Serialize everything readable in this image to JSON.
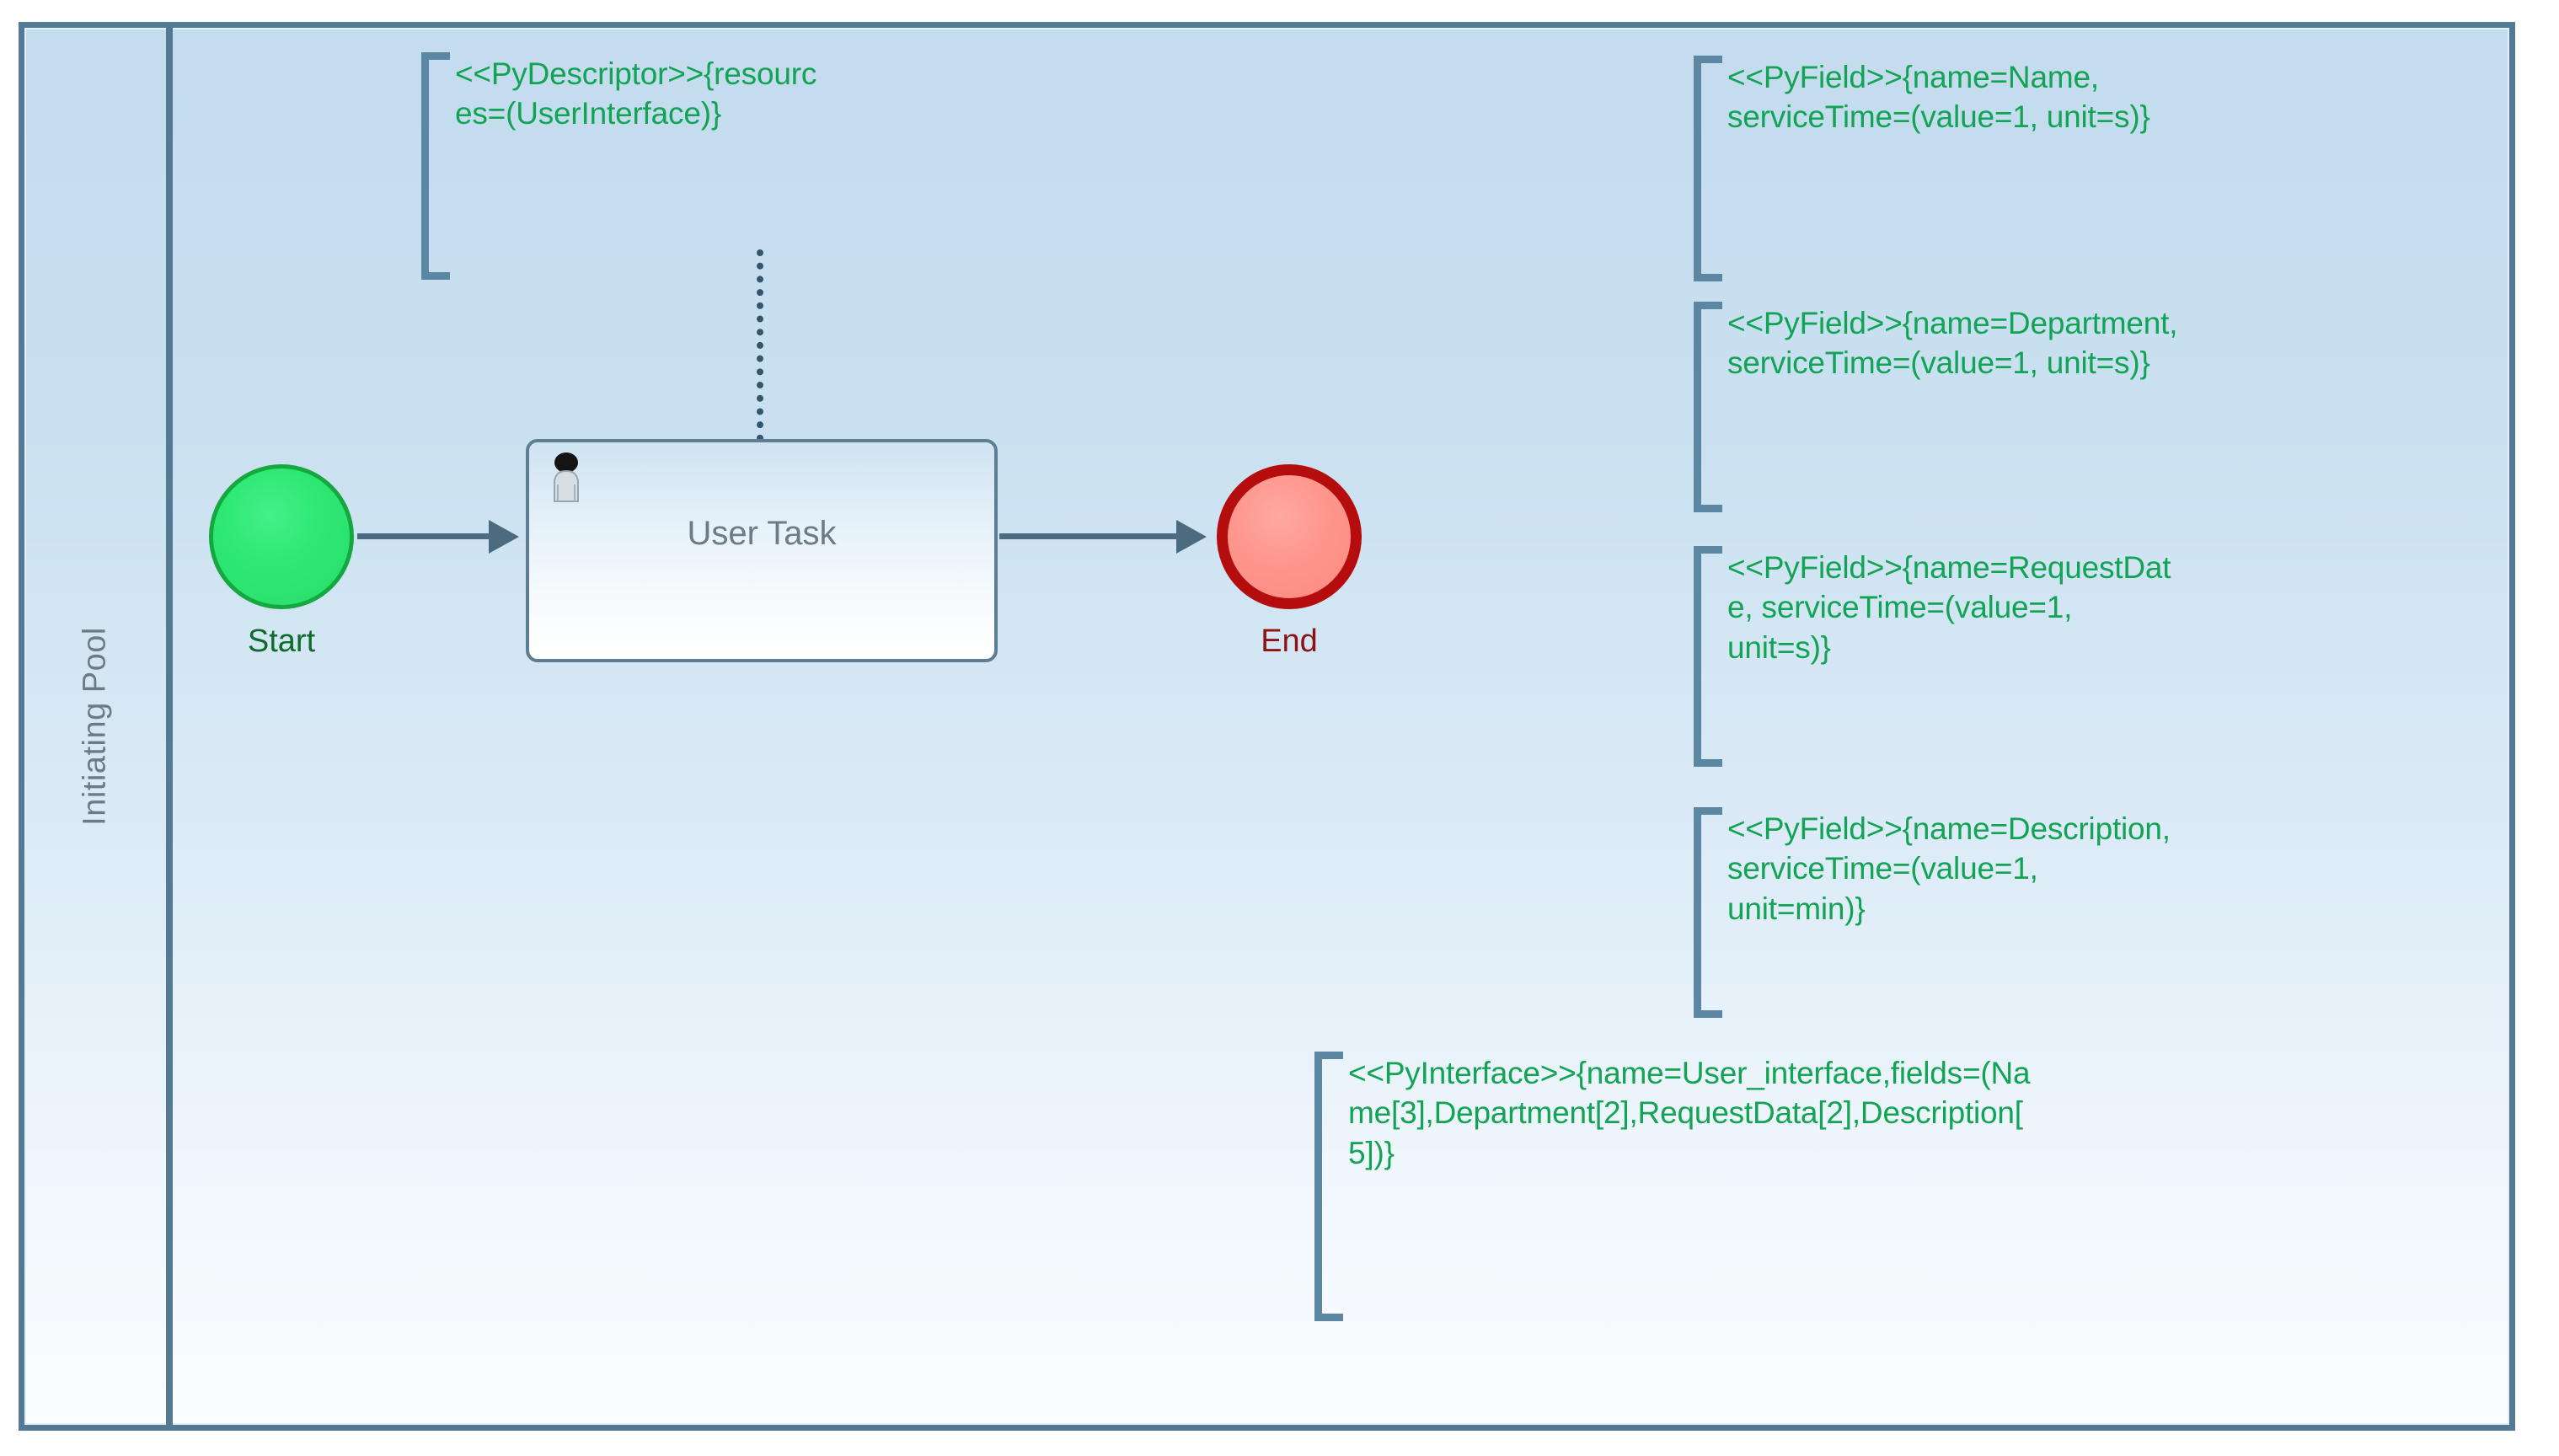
{
  "diagram": {
    "type": "bpmn-process",
    "pool": {
      "label": "Initiating Pool"
    },
    "nodes": [
      {
        "id": "start",
        "kind": "start-event",
        "label": "Start"
      },
      {
        "id": "user_task",
        "kind": "user-task",
        "label": "User Task",
        "icon": "user-icon"
      },
      {
        "id": "end",
        "kind": "end-event",
        "label": "End"
      }
    ],
    "flows": [
      {
        "from": "start",
        "to": "user_task",
        "kind": "sequence-flow"
      },
      {
        "from": "user_task",
        "to": "end",
        "kind": "sequence-flow"
      }
    ],
    "associations": [
      {
        "from": "annotation_descriptor",
        "to": "user_task",
        "kind": "association-dotted"
      }
    ],
    "annotations": [
      {
        "id": "annotation_descriptor",
        "stereotype": "PyDescriptor",
        "text": "<<PyDescriptor>>{resourc\nes=(UserInterface)}"
      },
      {
        "id": "annotation_field_name",
        "stereotype": "PyField",
        "text": "<<PyField>>{name=Name,\nserviceTime=(value=1, unit=s)}"
      },
      {
        "id": "annotation_field_department",
        "stereotype": "PyField",
        "text": "<<PyField>>{name=Department,\nserviceTime=(value=1, unit=s)}"
      },
      {
        "id": "annotation_field_requestdate",
        "stereotype": "PyField",
        "text": "<<PyField>>{name=RequestDat\ne, serviceTime=(value=1,\nunit=s)}"
      },
      {
        "id": "annotation_field_description",
        "stereotype": "PyField",
        "text": "<<PyField>>{name=Description,\nserviceTime=(value=1,\nunit=min)}"
      },
      {
        "id": "annotation_interface",
        "stereotype": "PyInterface",
        "text": "<<PyInterface>>{name=User_interface,fields=(Na\nme[3],Department[2],RequestData[2],Description[\n5])}"
      }
    ]
  },
  "colors": {
    "pool_border": "#537a92",
    "annotation_text": "#13a355",
    "annotation_bracket": "#5c87a3",
    "start_fill": "#2ee874",
    "start_border": "#14a83f",
    "end_fill": "#fe968d",
    "end_border": "#b50d0d",
    "connector": "#4c6b80",
    "task_border": "#5d7d92",
    "label_text": "#6d7b85"
  }
}
